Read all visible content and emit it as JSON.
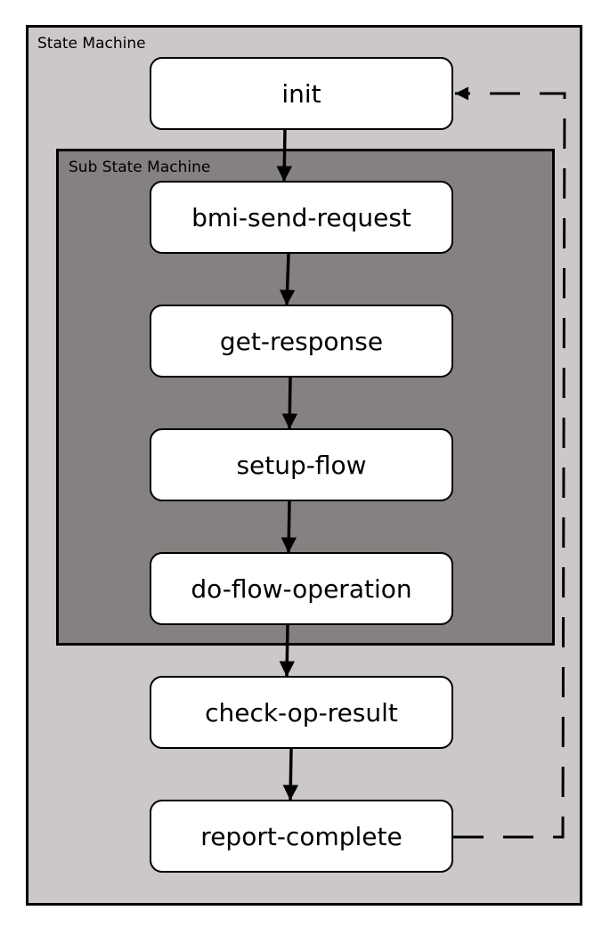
{
  "diagram": {
    "outer_title": "State Machine",
    "inner_title": "Sub State Machine",
    "states": [
      {
        "id": "init",
        "label": "init"
      },
      {
        "id": "bmi-send-request",
        "label": "bmi-send-request"
      },
      {
        "id": "get-response",
        "label": "get-response"
      },
      {
        "id": "setup-flow",
        "label": "setup-flow"
      },
      {
        "id": "do-flow-operation",
        "label": "do-flow-operation"
      },
      {
        "id": "check-op-result",
        "label": "check-op-result"
      },
      {
        "id": "report-complete",
        "label": "report-complete"
      }
    ],
    "edges": [
      {
        "from": "init",
        "to": "bmi-send-request",
        "style": "solid"
      },
      {
        "from": "bmi-send-request",
        "to": "get-response",
        "style": "solid"
      },
      {
        "from": "get-response",
        "to": "setup-flow",
        "style": "solid"
      },
      {
        "from": "setup-flow",
        "to": "do-flow-operation",
        "style": "solid"
      },
      {
        "from": "do-flow-operation",
        "to": "check-op-result",
        "style": "solid"
      },
      {
        "from": "check-op-result",
        "to": "report-complete",
        "style": "solid"
      },
      {
        "from": "report-complete",
        "to": "init",
        "style": "dashed"
      }
    ],
    "colors": {
      "outer_fill": "#ccc8c7",
      "inner_fill": "#858180",
      "state_fill": "#ffffff",
      "stroke": "#000000"
    }
  }
}
